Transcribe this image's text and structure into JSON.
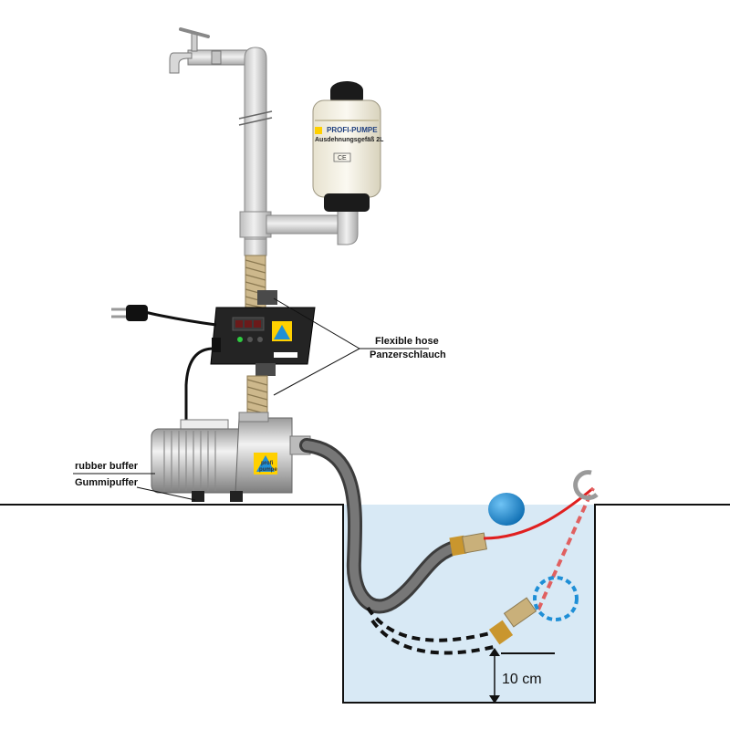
{
  "labels": {
    "flexible_hose_en": "Flexible hose",
    "flexible_hose_de": "Panzerschlauch",
    "rubber_buffer_en": "rubber buffer",
    "rubber_buffer_de": "Gummipuffer",
    "depth": "10 cm"
  },
  "vessel": {
    "brand": "PROFI-PUMPE",
    "name": "Ausdehnungsgefäß 2L",
    "mark": "CE"
  },
  "pump": {
    "badge_line1": "profi",
    "badge_line2": "pumpe"
  },
  "colors": {
    "water": "#d8e9f5",
    "pipe": "#d9d9d9",
    "hose": "#5e5e5e",
    "float": "#1f8fd6",
    "float_cable": "#e02020",
    "brass": "#c9962e",
    "highlight": "#1f8fd6",
    "badge": "#ffd000"
  }
}
